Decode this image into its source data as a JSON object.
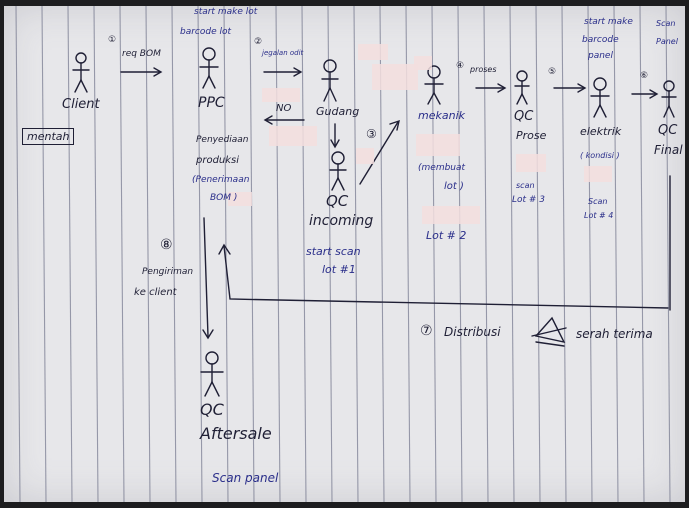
{
  "actors": {
    "client": "Client",
    "ppc": "PPC",
    "gudang": "Gudang",
    "qc_incoming_1": "QC",
    "qc_incoming_2": "incoming",
    "mekanik": "mekanik",
    "qc_proses_1": "QC",
    "qc_proses_2": "Prose",
    "elektrik": "elektrik",
    "qc_final_1": "QC",
    "qc_final_2": "Final",
    "qc_aftersale_1": "QC",
    "qc_aftersale_2": "Aftersale"
  },
  "labels": {
    "mentah": "mentah",
    "step1": "①",
    "req_bom": "req BOM",
    "step2": "②",
    "jegalan_odit": "jegalan odit",
    "no": "NO",
    "step3": "③",
    "step4": "④",
    "proses": "proses",
    "step5": "⑤",
    "step6": "⑥",
    "step7": "⑦",
    "distribusi": "Distribusi",
    "serah_terima": "serah terima",
    "step8": "⑧",
    "pengiriman": "Pengiriman",
    "ke_client": "ke client",
    "ppc_line1": "Penyediaan",
    "ppc_line2": "produksi",
    "ppc_line3": "(Penerimaan",
    "ppc_line4": "BOM )",
    "start_make_lot": "start make lot",
    "barcode_lot": "barcode lot",
    "start_scan_1": "start scan",
    "start_scan_2": "lot #1",
    "mekanik_sub1": "(membuat",
    "mekanik_sub2": "lot )",
    "lot2": "Lot # 2",
    "scan_lot3_1": "scan",
    "scan_lot3_2": "Lot # 3",
    "start_make_barcode_1": "start make",
    "start_make_barcode_2": "barcode",
    "start_make_barcode_3": "panel",
    "kondisi": "( kondisi )",
    "scan_lot4_1": "Scan",
    "scan_lot4_2": "Lot # 4",
    "scan_panel_1": "Scan",
    "scan_panel_2": "Panel",
    "aftersale_scan": "Scan panel"
  },
  "colors": {
    "paper": "#e7e7ea",
    "ink": "#1f1f35",
    "blue_ink": "#2a2e8a",
    "rule_line": "#7a7d92",
    "correction_patch": "#f3dede"
  }
}
